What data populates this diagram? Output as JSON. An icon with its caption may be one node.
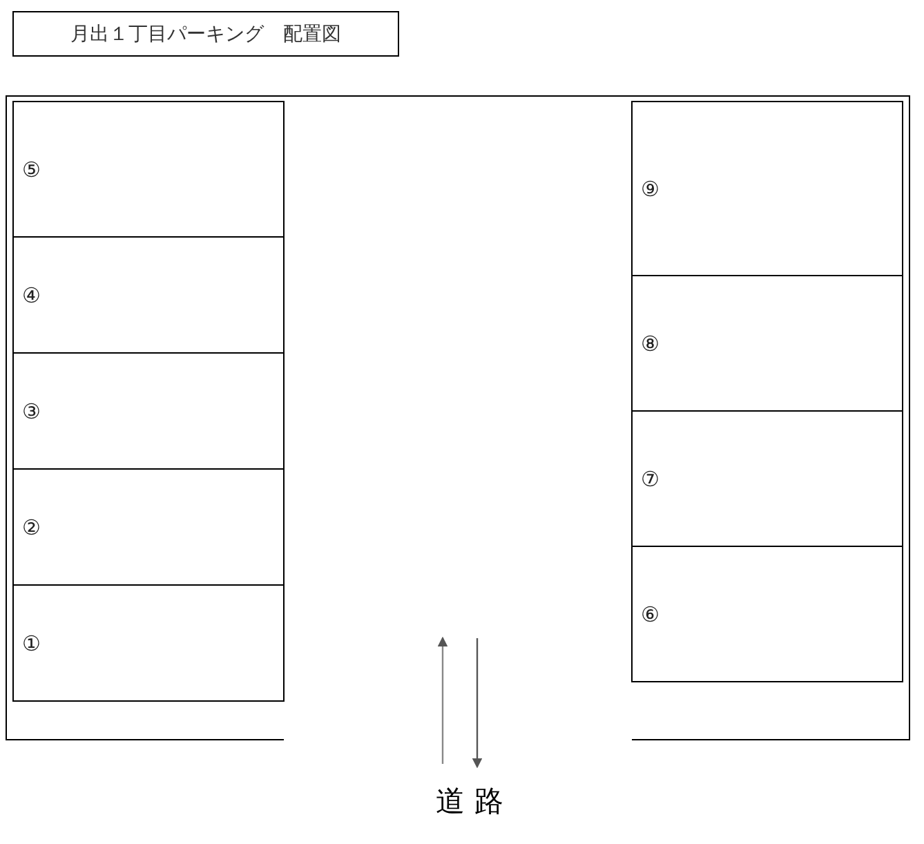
{
  "diagram": {
    "title": "月出１丁目パーキング　配置図",
    "nodes": [
      {
        "text": [
          "⑤"
        ]
      },
      {
        "text": [
          "④"
        ]
      },
      {
        "text": [
          "③"
        ]
      },
      {
        "text": [
          "②"
        ]
      },
      {
        "text": [
          "①"
        ]
      },
      {
        "text": [
          "⑨"
        ]
      },
      {
        "text": [
          "⑧"
        ]
      },
      {
        "text": [
          "⑦"
        ]
      },
      {
        "text": [
          "⑥"
        ]
      }
    ],
    "labels": [
      "道 路"
    ]
  }
}
